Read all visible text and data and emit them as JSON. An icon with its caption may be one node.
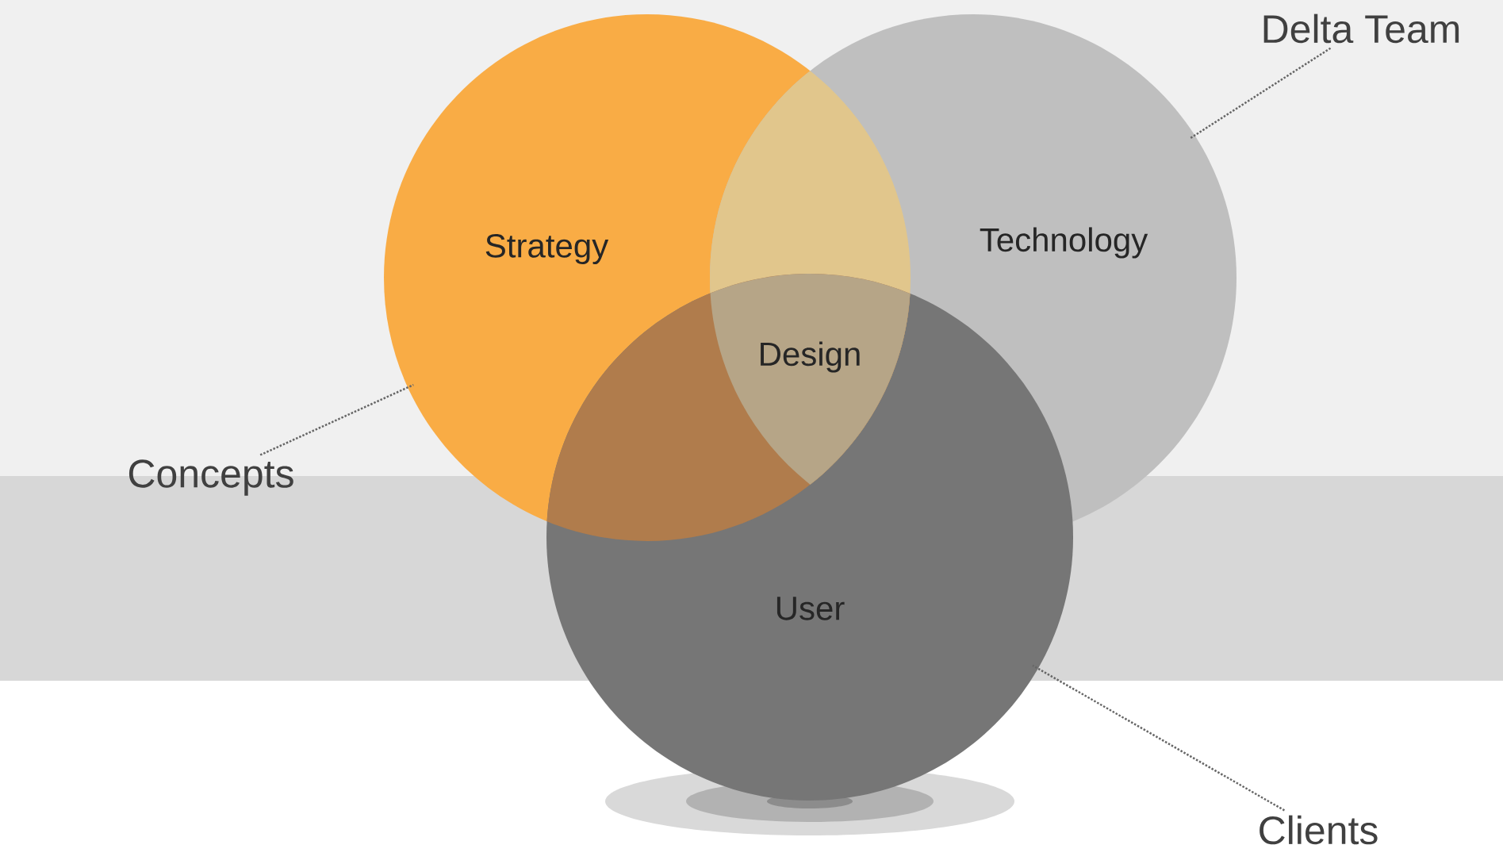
{
  "diagram": {
    "nodes": [
      {
        "text": [
          "Delta Team"
        ]
      },
      {
        "text": [
          "Strategy"
        ]
      },
      {
        "text": [
          "Technology"
        ]
      },
      {
        "text": [
          "Concepts"
        ]
      },
      {
        "text": [
          "User"
        ]
      },
      {
        "text": [
          "Clients"
        ]
      }
    ],
    "edges": [
      {
        "from": 0,
        "to": 2,
        "arrow": "none"
      },
      {
        "from": 3,
        "to": 1,
        "arrow": "none"
      },
      {
        "from": 5,
        "to": 4,
        "arrow": "none"
      }
    ],
    "labels": [
      "Design"
    ]
  }
}
